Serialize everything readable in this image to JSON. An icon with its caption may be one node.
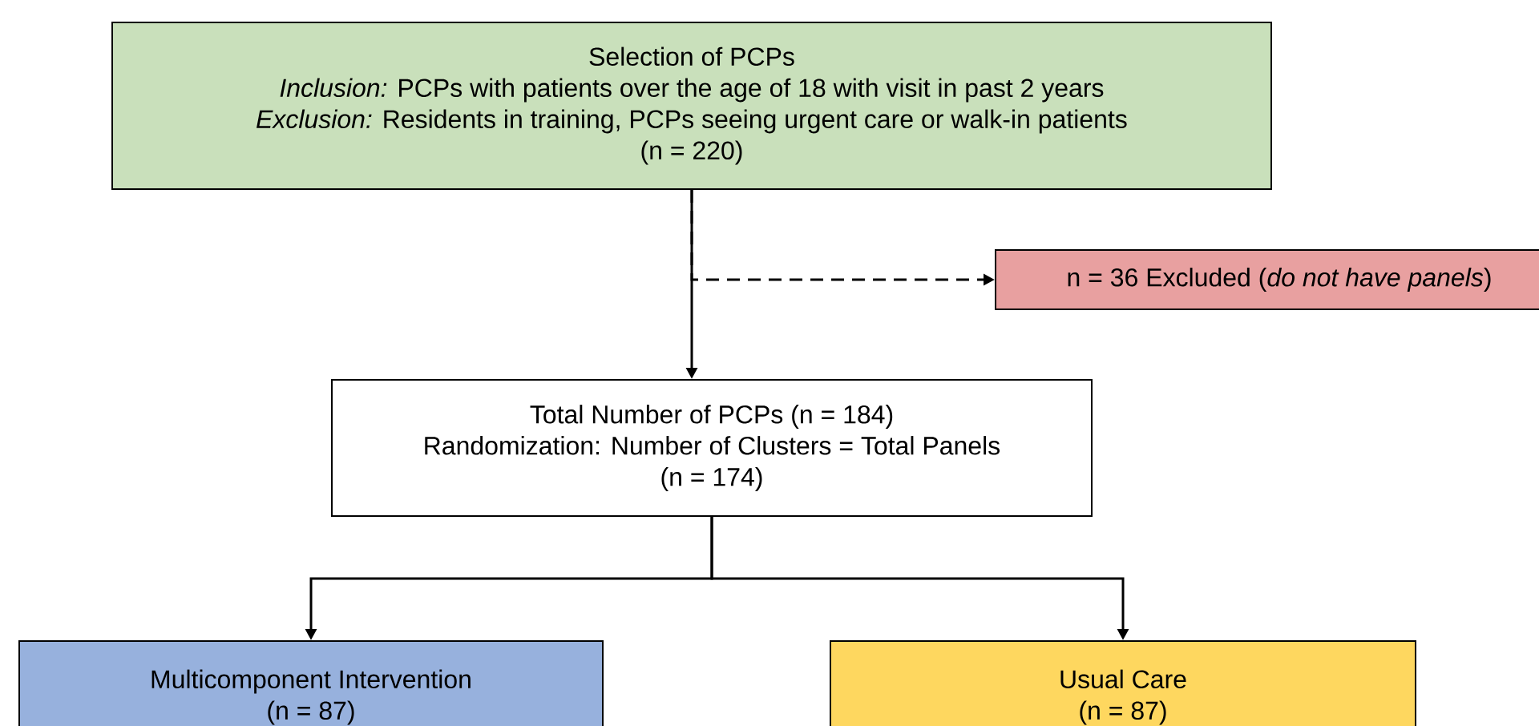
{
  "diagram": {
    "nodes": [
      {
        "text": [
          "Selection of PCPs",
          "*Inclusion:* PCPs with patients over the age of 18 with visit in past 2 years",
          "*Exclusion:* Residents in training, PCPs seeing urgent care or walk-in patients",
          "(n = 220)"
        ]
      },
      {
        "text": [
          "n = 36 Excluded (*do not have panels*)"
        ]
      },
      {
        "text": [
          "Total Number of PCPs (n = 184)",
          "Randomization: Number of Clusters = Total Panels",
          "(n = 174)"
        ]
      },
      {
        "text": [
          "Multicomponent Intervention",
          "(n = 87)"
        ]
      },
      {
        "text": [
          "Usual Care",
          "(n = 87)"
        ]
      }
    ],
    "edges": [
      {
        "from": 0,
        "to": 2,
        "arrow": "to"
      },
      {
        "from": 0,
        "to": 1,
        "arrow": "to",
        "style": "dashed"
      },
      {
        "from": 2,
        "to": 3,
        "arrow": "to"
      },
      {
        "from": 2,
        "to": 4,
        "arrow": "to"
      }
    ]
  }
}
